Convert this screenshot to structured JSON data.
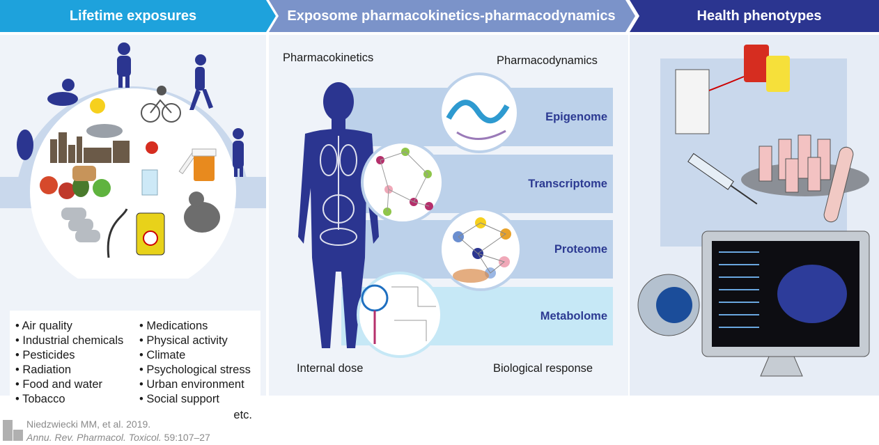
{
  "panels": {
    "lifetime": {
      "title": "Lifetime exposures",
      "color": "#1ea2dc",
      "exposures_left": [
        "• Air quality",
        "• Industrial chemicals",
        "• Pesticides",
        "• Radiation",
        "• Food and water",
        "• Tobacco"
      ],
      "exposures_right": [
        "• Medications",
        "• Physical activity",
        "• Climate",
        "• Psychological stress",
        "• Urban environment",
        "• Social support"
      ],
      "etc": "etc."
    },
    "pkpd": {
      "title": "Exposome pharmacokinetics-pharmacodynamics",
      "color": "#7b93c9",
      "pharmacokinetics": "Pharmacokinetics",
      "pharmacodynamics": "Pharmacodynamics",
      "internal_dose": "Internal dose",
      "biological_response": "Biological response",
      "omics": [
        "Epigenome",
        "Transcriptome",
        "Proteome",
        "Metabolome"
      ]
    },
    "health": {
      "title": "Health phenotypes",
      "color": "#2b3590"
    }
  },
  "citation": {
    "authors": "Niedzwiecki MM, et al. 2019.",
    "journal": "Annu. Rev. Pharmacol. Toxicol.",
    "pages": "59:107–27"
  }
}
